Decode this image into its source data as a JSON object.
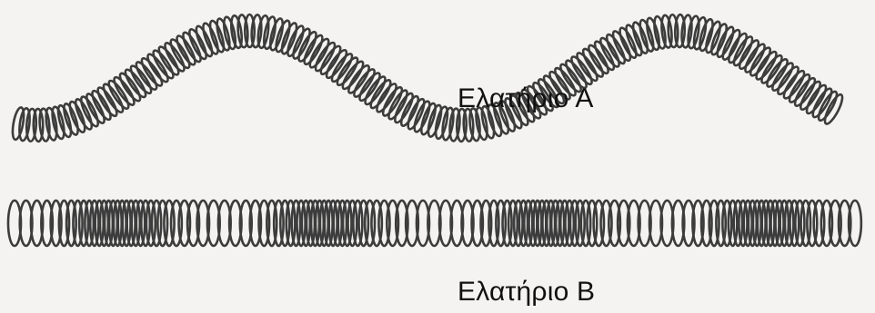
{
  "figure": {
    "colors": {
      "background": "#f4f3f1",
      "coil": "#3c3c3c",
      "label": "#111111"
    },
    "springs": [
      {
        "id": "A",
        "label": "Ελατήριο Α",
        "wave_type": "transverse"
      },
      {
        "id": "B",
        "label": "Ελατήριο Β",
        "wave_type": "longitudinal"
      }
    ]
  }
}
